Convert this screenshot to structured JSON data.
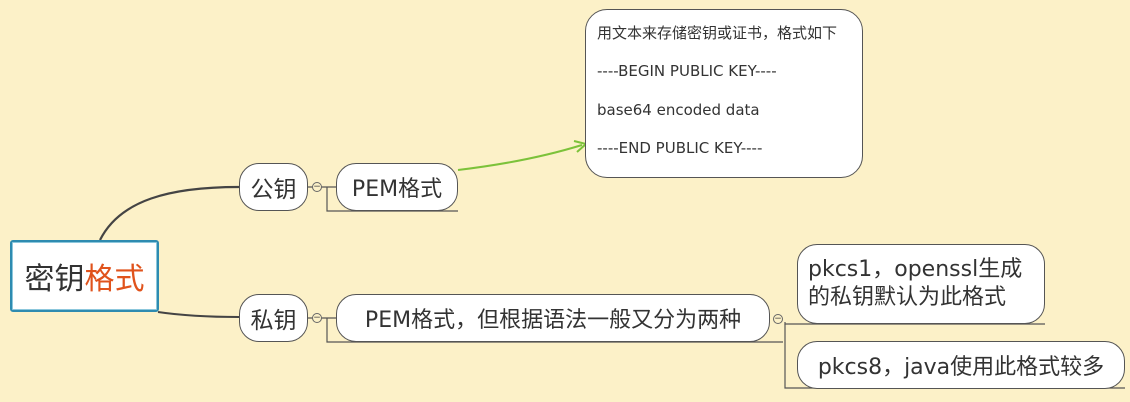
{
  "root": {
    "title_a": "密钥",
    "title_b": "格式"
  },
  "public": {
    "label": "公钥",
    "child": "PEM格式",
    "note": [
      "用文本来存储密钥或证书，格式如下",
      "----BEGIN PUBLIC KEY----",
      "base64 encoded data",
      "----END PUBLIC KEY----"
    ]
  },
  "private": {
    "label": "私钥",
    "child": "PEM格式，但根据语法一般又分为两种",
    "pkcs1_line1": "pkcs1，openssl生成",
    "pkcs1_line2": "的私钥默认为此格式",
    "pkcs8": "pkcs8，java使用此格式较多"
  },
  "colors": {
    "background": "#fcf1c8",
    "root_border": "#2e8bb0",
    "accent": "#e0531c",
    "arrow": "#7cc23a"
  }
}
